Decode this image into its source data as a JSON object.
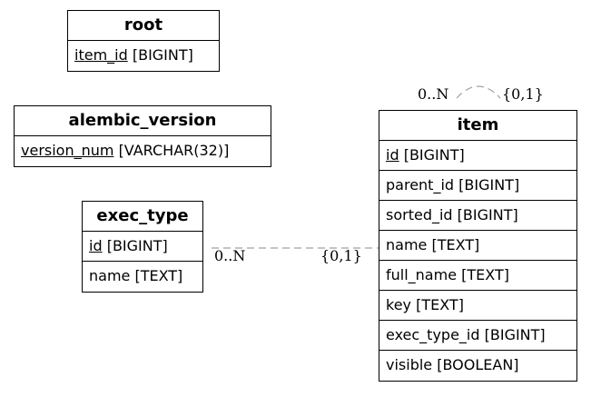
{
  "entities": {
    "root": {
      "name": "root",
      "columns": [
        {
          "name": "item_id",
          "type": "[BIGINT]",
          "pk": true
        }
      ]
    },
    "alembic_version": {
      "name": "alembic_version",
      "columns": [
        {
          "name": "version_num",
          "type": "[VARCHAR(32)]",
          "pk": true
        }
      ]
    },
    "exec_type": {
      "name": "exec_type",
      "columns": [
        {
          "name": "id",
          "type": "[BIGINT]",
          "pk": true
        },
        {
          "name": "name",
          "type": "[TEXT]",
          "pk": false
        }
      ]
    },
    "item": {
      "name": "item",
      "columns": [
        {
          "name": "id",
          "type": "[BIGINT]",
          "pk": true
        },
        {
          "name": "parent_id",
          "type": "[BIGINT]",
          "pk": false
        },
        {
          "name": "sorted_id",
          "type": "[BIGINT]",
          "pk": false
        },
        {
          "name": "name",
          "type": "[TEXT]",
          "pk": false
        },
        {
          "name": "full_name",
          "type": "[TEXT]",
          "pk": false
        },
        {
          "name": "key",
          "type": "[TEXT]",
          "pk": false
        },
        {
          "name": "exec_type_id",
          "type": "[BIGINT]",
          "pk": false
        },
        {
          "name": "visible",
          "type": "[BOOLEAN]",
          "pk": false
        }
      ]
    }
  },
  "relationships": {
    "item_self": {
      "from_card": "0..N",
      "to_card": "{0,1}"
    },
    "item_exec_type": {
      "from_card": "0..N",
      "to_card": "{0,1}"
    }
  },
  "colors": {
    "line": "#a0a0a0",
    "border": "#000000"
  }
}
